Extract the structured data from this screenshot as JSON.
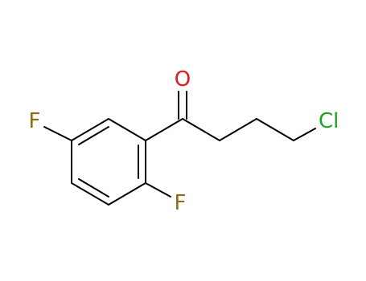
{
  "molecule": {
    "atoms": [
      {
        "id": "o",
        "symbol": "O",
        "color": "#e0191b"
      },
      {
        "id": "cl",
        "symbol": "Cl",
        "color": "#1fa21f"
      },
      {
        "id": "f1",
        "symbol": "F",
        "color": "#8b6e14"
      },
      {
        "id": "f2",
        "symbol": "F",
        "color": "#8b6e14"
      }
    ]
  }
}
